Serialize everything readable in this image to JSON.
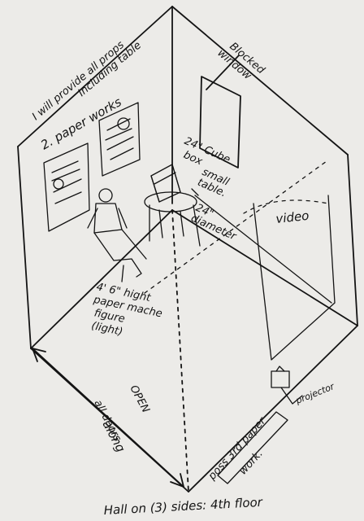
{
  "labels": {
    "props_line1": "I will provide all props",
    "props_line2": "Including table",
    "blocked_line1": "Blocked",
    "blocked_line2": "window",
    "paper_works": "2. paper works",
    "cube_box_line1": "24\" Cube",
    "cube_box_line2": "box",
    "small_table_line1": "small",
    "small_table_line2": "table.",
    "diameter_line1": "24\"",
    "diameter_line2": "diameter",
    "video": "video",
    "figure_line1": "4' 6\" hight",
    "figure_line2": "paper mache",
    "figure_line3": "figure",
    "figure_line4": "(light)",
    "open_all_doors_line1": "OPEN",
    "open_all_doors_line2": "all doors",
    "open_all_doors_line3": "along",
    "projector": "projector",
    "paper_work_line1": "poss 3rd paper",
    "paper_work_line2": "work.",
    "footer": "Hall on (3) sides: 4th floor"
  },
  "ink_color": "#141414",
  "paper_color": "#ecebe8"
}
